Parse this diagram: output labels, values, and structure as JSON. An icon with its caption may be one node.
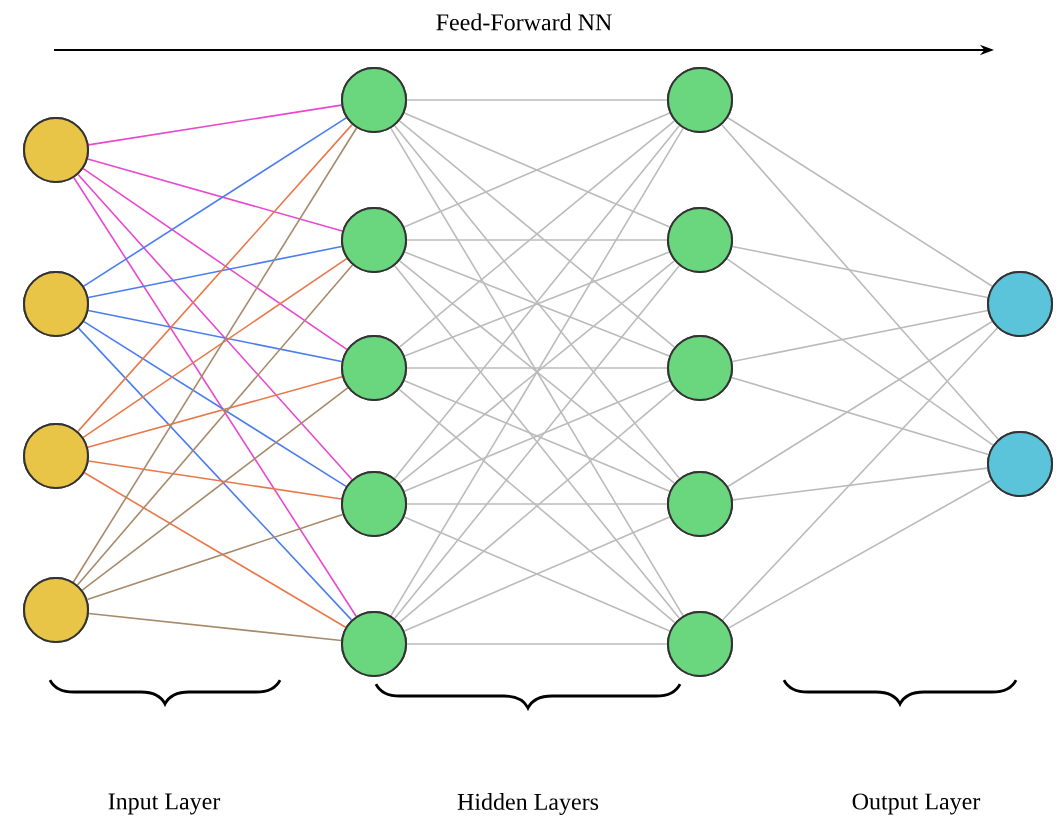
{
  "diagram": {
    "title": "Feed-Forward NN",
    "nodes": [
      {
        "text": [],
        "shape": "circle"
      },
      {
        "text": [],
        "shape": "circle"
      },
      {
        "text": [],
        "shape": "circle"
      },
      {
        "text": [],
        "shape": "circle"
      },
      {
        "text": [],
        "shape": "circle"
      },
      {
        "text": [],
        "shape": "circle"
      },
      {
        "text": [],
        "shape": "circle"
      },
      {
        "text": [],
        "shape": "circle"
      },
      {
        "text": [],
        "shape": "circle"
      },
      {
        "text": [],
        "shape": "circle"
      },
      {
        "text": [],
        "shape": "circle"
      },
      {
        "text": [],
        "shape": "circle"
      },
      {
        "text": [],
        "shape": "circle"
      },
      {
        "text": [],
        "shape": "circle"
      },
      {
        "text": [],
        "shape": "circle"
      },
      {
        "text": [],
        "shape": "circle"
      }
    ],
    "edges": [
      {
        "from": 0,
        "to": 4,
        "arrow": "none",
        "color": "#e848d0"
      },
      {
        "from": 0,
        "to": 5,
        "arrow": "none",
        "color": "#e848d0"
      },
      {
        "from": 0,
        "to": 6,
        "arrow": "none",
        "color": "#e848d0"
      },
      {
        "from": 0,
        "to": 7,
        "arrow": "none",
        "color": "#e848d0"
      },
      {
        "from": 0,
        "to": 8,
        "arrow": "none",
        "color": "#e848d0"
      },
      {
        "from": 1,
        "to": 4,
        "arrow": "none",
        "color": "#4a7cf0"
      },
      {
        "from": 1,
        "to": 5,
        "arrow": "none",
        "color": "#4a7cf0"
      },
      {
        "from": 1,
        "to": 6,
        "arrow": "none",
        "color": "#4a7cf0"
      },
      {
        "from": 1,
        "to": 7,
        "arrow": "none",
        "color": "#4a7cf0"
      },
      {
        "from": 1,
        "to": 8,
        "arrow": "none",
        "color": "#4a7cf0"
      },
      {
        "from": 2,
        "to": 4,
        "arrow": "none",
        "color": "#e8784a"
      },
      {
        "from": 2,
        "to": 5,
        "arrow": "none",
        "color": "#e8784a"
      },
      {
        "from": 2,
        "to": 6,
        "arrow": "none",
        "color": "#e8784a"
      },
      {
        "from": 2,
        "to": 7,
        "arrow": "none",
        "color": "#e8784a"
      },
      {
        "from": 2,
        "to": 8,
        "arrow": "none",
        "color": "#e8784a"
      },
      {
        "from": 3,
        "to": 4,
        "arrow": "none",
        "color": "#a8896a"
      },
      {
        "from": 3,
        "to": 5,
        "arrow": "none",
        "color": "#a8896a"
      },
      {
        "from": 3,
        "to": 6,
        "arrow": "none",
        "color": "#a8896a"
      },
      {
        "from": 3,
        "to": 7,
        "arrow": "none",
        "color": "#a8896a"
      },
      {
        "from": 3,
        "to": 8,
        "arrow": "none",
        "color": "#a8896a"
      },
      {
        "from": 4,
        "to": 9,
        "arrow": "none"
      },
      {
        "from": 4,
        "to": 10,
        "arrow": "none"
      },
      {
        "from": 4,
        "to": 11,
        "arrow": "none"
      },
      {
        "from": 4,
        "to": 12,
        "arrow": "none"
      },
      {
        "from": 4,
        "to": 13,
        "arrow": "none"
      },
      {
        "from": 5,
        "to": 9,
        "arrow": "none"
      },
      {
        "from": 5,
        "to": 10,
        "arrow": "none"
      },
      {
        "from": 5,
        "to": 11,
        "arrow": "none"
      },
      {
        "from": 5,
        "to": 12,
        "arrow": "none"
      },
      {
        "from": 5,
        "to": 13,
        "arrow": "none"
      },
      {
        "from": 6,
        "to": 9,
        "arrow": "none"
      },
      {
        "from": 6,
        "to": 10,
        "arrow": "none"
      },
      {
        "from": 6,
        "to": 11,
        "arrow": "none"
      },
      {
        "from": 6,
        "to": 12,
        "arrow": "none"
      },
      {
        "from": 6,
        "to": 13,
        "arrow": "none"
      },
      {
        "from": 7,
        "to": 9,
        "arrow": "none"
      },
      {
        "from": 7,
        "to": 10,
        "arrow": "none"
      },
      {
        "from": 7,
        "to": 11,
        "arrow": "none"
      },
      {
        "from": 7,
        "to": 12,
        "arrow": "none"
      },
      {
        "from": 7,
        "to": 13,
        "arrow": "none"
      },
      {
        "from": 8,
        "to": 9,
        "arrow": "none"
      },
      {
        "from": 8,
        "to": 10,
        "arrow": "none"
      },
      {
        "from": 8,
        "to": 11,
        "arrow": "none"
      },
      {
        "from": 8,
        "to": 12,
        "arrow": "none"
      },
      {
        "from": 8,
        "to": 13,
        "arrow": "none"
      },
      {
        "from": 9,
        "to": 14,
        "arrow": "none"
      },
      {
        "from": 9,
        "to": 15,
        "arrow": "none"
      },
      {
        "from": 10,
        "to": 14,
        "arrow": "none"
      },
      {
        "from": 10,
        "to": 15,
        "arrow": "none"
      },
      {
        "from": 11,
        "to": 14,
        "arrow": "none"
      },
      {
        "from": 11,
        "to": 15,
        "arrow": "none"
      },
      {
        "from": 12,
        "to": 14,
        "arrow": "none"
      },
      {
        "from": 12,
        "to": 15,
        "arrow": "none"
      },
      {
        "from": 13,
        "to": 14,
        "arrow": "none"
      },
      {
        "from": 13,
        "to": 15,
        "arrow": "none"
      }
    ],
    "labels": [
      "Input Layer",
      "Hidden Layers",
      "Output Layer"
    ]
  }
}
